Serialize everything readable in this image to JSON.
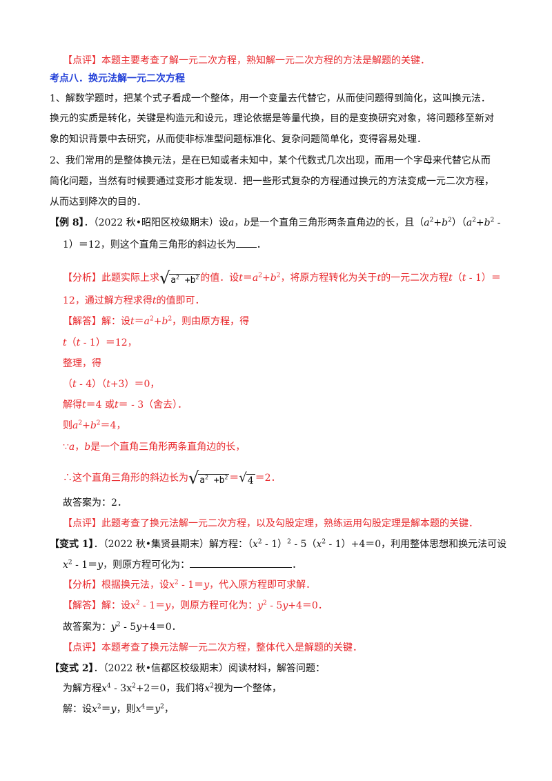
{
  "p1_tag": "【点评】",
  "p1_text": "本题主要考查了解一元二次方程，熟知解一元二次方程的方法是解题的关键．",
  "heading": "考点八．换元法解一元二次方程",
  "intro1": "1、解数学题时，把某个式子看成一个整体，用一个变量去代替它，从而使问题得到简化，这叫换元法．",
  "intro2": "换元的实质是转化，关键是构造元和设元，理论依据是等量代换，目的是变换研究对象，将问题移至新对",
  "intro3": "象的知识背景中去研究，从而使非标准型问题标准化、复杂问题简单化，变得容易处理．",
  "intro4": "2、我们常用的是整体换元法，是在已知或者未知中，某个代数式几次出现，而用一个字母来代替它从而",
  "intro5": "简化问题，当然有时候要通过变形才能发现．把一些形式复杂的方程通过换元的方法变成一元二次方程，",
  "intro6": "从而达到降次的目的．",
  "ex8_label": "【例 8】",
  "ex8_src": "．（2022 秋•昭阳区校级期末）",
  "ex8_t1": "设",
  "ex8_a": "a",
  "ex8_comma": "，",
  "ex8_b": "b",
  "ex8_t2": "是一个直角三角形两条直角边的长，且（",
  "ex8_t3": "）（",
  "ex8_t4": " -",
  "ex8_line2": "1）＝12，则这个直角三角形的斜边长为",
  "ex8_end": "．",
  "an8_tag": "【分析】",
  "an8_t1": "此题实际上求",
  "rad_text": "a",
  "rad_plus": " +b",
  "exp2": "2",
  "an8_t2": "的值．设",
  "var_t": "t",
  "an8_eq": "＝",
  "an8_t3": "，将原方程转化为关于",
  "an8_t4": "的一元二次方程",
  "an8_t5": "（",
  "an8_t6": " - 1）＝",
  "an8_line2a": "12，通过解方程求得",
  "an8_line2b": "的值即可．",
  "sol8_tag": "【解答】",
  "sol8_t1": "解：设",
  "sol8_t2": "，则由原方程，得",
  "sol8_l2a": "（",
  "sol8_l2b": " - 1）＝12，",
  "sol8_l3": "整理，得",
  "sol8_l4a": "（",
  "sol8_l4b": " - 4）（",
  "sol8_l4c": "+3）＝0，",
  "sol8_l5a": "解得",
  "sol8_l5b": "＝4 或",
  "sol8_l5c": "＝ - 3（舍去）．",
  "sol8_l6a": "则",
  "sol8_l6b": "＝4，",
  "sol8_l7a": "∵",
  "sol8_l7b": "是一个直角三角形两条直角边的长，",
  "sol8_l8a": "∴这个直角三角形的斜边长为",
  "sol8_l8b": "＝",
  "sqrt4": "4",
  "sol8_l8c": "＝2．",
  "ans8": "故答案为：2．",
  "rev8_tag": "【点评】",
  "rev8_text": "此题考查了换元法解一元二次方程，以及勾股定理，熟练运用勾股定理是解本题的关键．",
  "v1_label": "【变式 1】",
  "v1_src": "．（2022 秋•集贤县期末）解方程：（",
  "var_x": "x",
  "var_y": "y",
  "v1_t1": " - 1）",
  "v1_t2": " - 5（",
  "v1_t3": " - 1）+4＝0，利用整体思想和换元法可设",
  "v1_l2a": " - 1＝",
  "v1_l2b": "，则原方程可化为：",
  "v1_l2c": "．",
  "v1an_tag": "【分析】",
  "v1an_t1": "根据换元法，设",
  "v1an_t2": "，代入原方程即可求解．",
  "v1sol_tag": "【解答】",
  "v1sol_t1": "解：设",
  "v1sol_t2": "，则原方程可化为：",
  "v1sol_t3": " - 5",
  "v1sol_t4": "+4＝0．",
  "v1ans_t1": "故答案为：",
  "v1rev_tag": "【点评】",
  "v1rev_text": "本题考查了换元法解一元二次方程，整体代入是解题的关键．",
  "v2_label": "【变式 2】",
  "v2_src": "．（2022 秋•信都区校级期末）阅读材料，解答问题：",
  "v2_l2a": "为解方程",
  "v2_l2b": " - 3",
  "v2_l2c": "+2＝0，我们将",
  "v2_l2d": "视为一个整体，",
  "v2_l3a": "解：设",
  "v2_l3b": "＝",
  "v2_l3c": "，则",
  "v2_l3d": "＝",
  "v2_l3e": "，",
  "exp4": "4",
  "exp_x": "x",
  "plus": "+",
  "colors": {
    "red": "#e8272b",
    "blue": "#2240d8",
    "text": "#111111"
  }
}
